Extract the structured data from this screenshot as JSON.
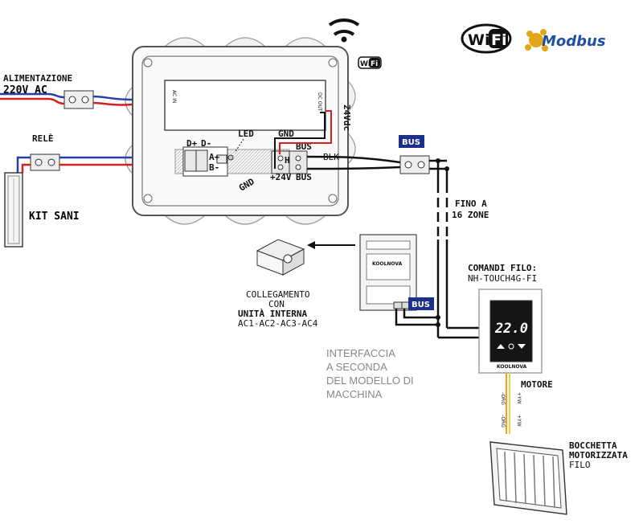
{
  "labels": {
    "power_supply": "ALIMENTAZIONE",
    "voltage": "220V AC",
    "relay": "RELÈ",
    "kit": "KIT SANI",
    "led": "LED",
    "gnd_top": "GND",
    "gnd_left": "GND",
    "bus_top": "BUS",
    "blk": "BLK",
    "plus24": "+24V",
    "bus_bottom": "BUS",
    "vdc": "24Vdc",
    "ac_in": "AC IN",
    "dc_out": "DC OUT",
    "d_plus": "D+",
    "d_minus": "D-",
    "a_plus": "A+",
    "b_minus": "B-",
    "h": "H",
    "bus_badge_1": "BUS",
    "bus_badge_2": "BUS",
    "fino": "FINO A",
    "zone": "16 ZONE",
    "collegamento": "COLLEGAMENTO",
    "con": "CON",
    "unita": "UNITÀ INTERNA",
    "models": "AC1-AC2-AC3-AC4",
    "interfaccia_1": "INTERFACCIA",
    "interfaccia_2": "A SECONDA",
    "interfaccia_3": "DEL MODELLO DI",
    "interfaccia_4": "MACCHINA",
    "comandi": "COMANDI FILO:",
    "model_touch": "NH-TOUCH4G-FI",
    "display_temp": "22.0",
    "brand": "KOOLNOVA",
    "motore": "MOTORE",
    "bocchetta_1": "BOCCHETTA",
    "bocchetta_2": "MOTORIZZATA",
    "bocchetta_3": "FILO",
    "wire_1": "-ORG",
    "wire_2": "+YW",
    "wire_3": "-ORG",
    "wire_4": "+YW",
    "wifi_logo": "Wi Fi",
    "wifi_small": "WiFi",
    "modbus_logo": "Modbus"
  },
  "colors": {
    "bus_badge": "#1c2f8a",
    "wire_red": "#d42020",
    "wire_blue": "#2a3ea8",
    "wire_orange": "#f0a020",
    "wire_yellow": "#e8d040",
    "modbus_blue": "#1f4fa3",
    "modbus_gold": "#e3a619"
  },
  "icons": [
    "wifi-signal-icon",
    "wifi-logo-icon",
    "modbus-logo-icon"
  ]
}
